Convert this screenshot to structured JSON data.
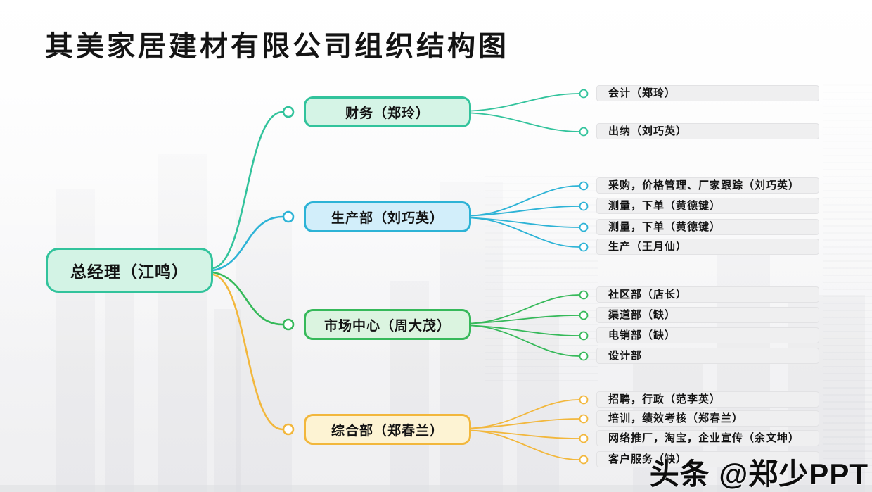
{
  "title": "其美家居建材有限公司组织结构图",
  "watermark": "头条 @郑少PPT",
  "root": {
    "label": "总经理（江鸣）",
    "border": "#32c39c",
    "bg": "#d3f3e5"
  },
  "branches": [
    {
      "label": "财务（郑玲）",
      "color": "#32c39c",
      "bg": "#d5f4e6",
      "leaves": [
        "会计（郑玲）",
        "出纳（刘巧英）"
      ]
    },
    {
      "label": "生产部（刘巧英）",
      "color": "#2db3d6",
      "bg": "#d2eefa",
      "leaves": [
        "采购，价格管理、厂家跟踪（刘巧英）",
        "测量，下单（黄德键）",
        "测量，下单（黄德键）",
        "生产（王月仙）"
      ]
    },
    {
      "label": "市场中心（周大茂）",
      "color": "#36b95a",
      "bg": "#dbf4e0",
      "leaves": [
        "社区部（店长）",
        "渠道部（缺）",
        "电销部（缺）",
        "设计部"
      ]
    },
    {
      "label": "综合部（郑春兰）",
      "color": "#f2b73c",
      "bg": "#fdf3d3",
      "leaves": [
        "招聘，行政（范李英）",
        "培训，绩效考核（郑春兰）",
        "网络推厂，淘宝，企业宣传（余文坤）",
        "客户服务（缺）"
      ]
    }
  ],
  "colors": {
    "leaf_bg": "#efeff0",
    "leaf_border": "#e2e2e4",
    "text": "#121212"
  }
}
